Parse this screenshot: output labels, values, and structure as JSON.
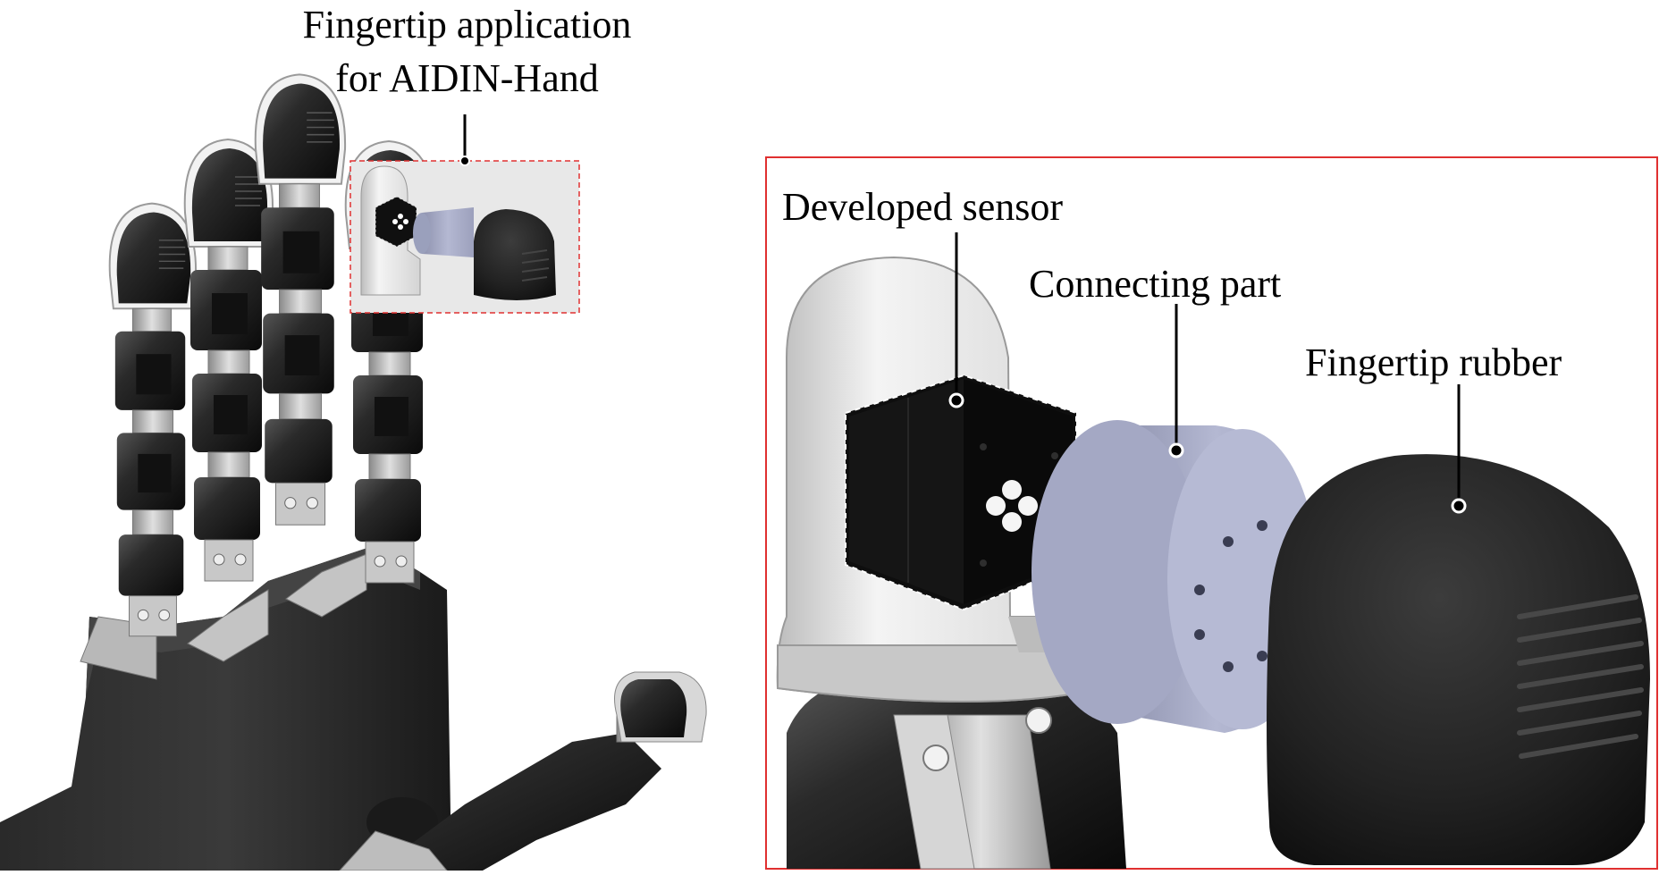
{
  "labels": {
    "title_line1": "Fingertip application",
    "title_line2": "for AIDIN-Hand",
    "developed_sensor": "Developed sensor",
    "connecting_part": "Connecting part",
    "fingertip_rubber": "Fingertip rubber"
  },
  "colors": {
    "frame_red": "#e03030",
    "rubber_black": "#1e1e1e",
    "connector_blue": "#a8acc8",
    "holder_gray": "#d8d8d8",
    "sensor_black": "#0e0e0e"
  }
}
